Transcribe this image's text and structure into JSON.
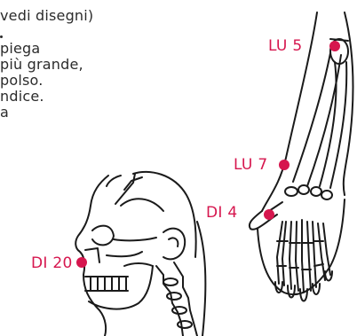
{
  "colors": {
    "accent": "#d6164e",
    "ink": "#1a1a1a",
    "text": "#2b2b2b"
  },
  "text_lines": [
    "vedi disegni)",
    "",
    "piega",
    "più grande,",
    "polso.",
    "ndice.",
    "a"
  ],
  "points": {
    "lu5": "LU 5",
    "lu7": "LU 7",
    "di4": "DI 4",
    "di20": "DI 20"
  }
}
